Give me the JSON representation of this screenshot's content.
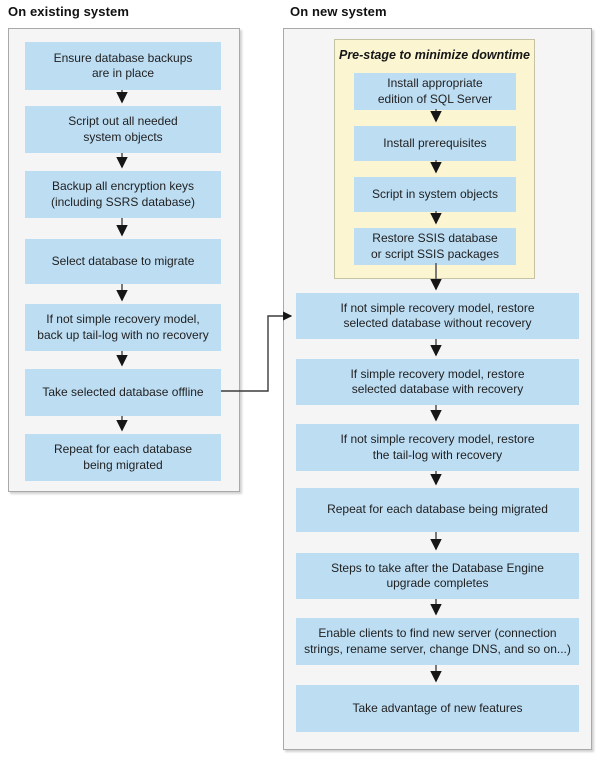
{
  "diagram": {
    "existing": {
      "title": "On existing system",
      "steps": [
        "Ensure database backups\nare in place",
        "Script out all needed\nsystem objects",
        "Backup all encryption keys\n(including SSRS database)",
        "Select database to migrate",
        "If not simple recovery model,\nback up tail-log with no recovery",
        "Take selected database offline",
        "Repeat for each database\nbeing migrated"
      ]
    },
    "new": {
      "title": "On new system",
      "prestage": {
        "title": "Pre-stage to minimize downtime",
        "steps": [
          "Install appropriate\nedition of SQL Server",
          "Install prerequisites",
          "Script in system objects",
          "Restore SSIS database\nor script SSIS packages"
        ]
      },
      "steps": [
        "If not simple recovery model, restore\nselected database without recovery",
        "If simple recovery model, restore\nselected database with recovery",
        "If not simple recovery model, restore\nthe tail-log with recovery",
        "Repeat for each database being migrated",
        "Steps to take after the Database Engine\nupgrade completes",
        "Enable clients to find new server (connection\nstrings, rename server, change DNS, and so on...)",
        "Take advantage of new features"
      ]
    },
    "colors": {
      "step_box_blue": "#bdddf3",
      "prestage_yellow": "#fbf5d2",
      "panel_gray": "#f5f5f5",
      "panel_border": "#a9a9a9",
      "text": "#1f1f1f"
    }
  }
}
